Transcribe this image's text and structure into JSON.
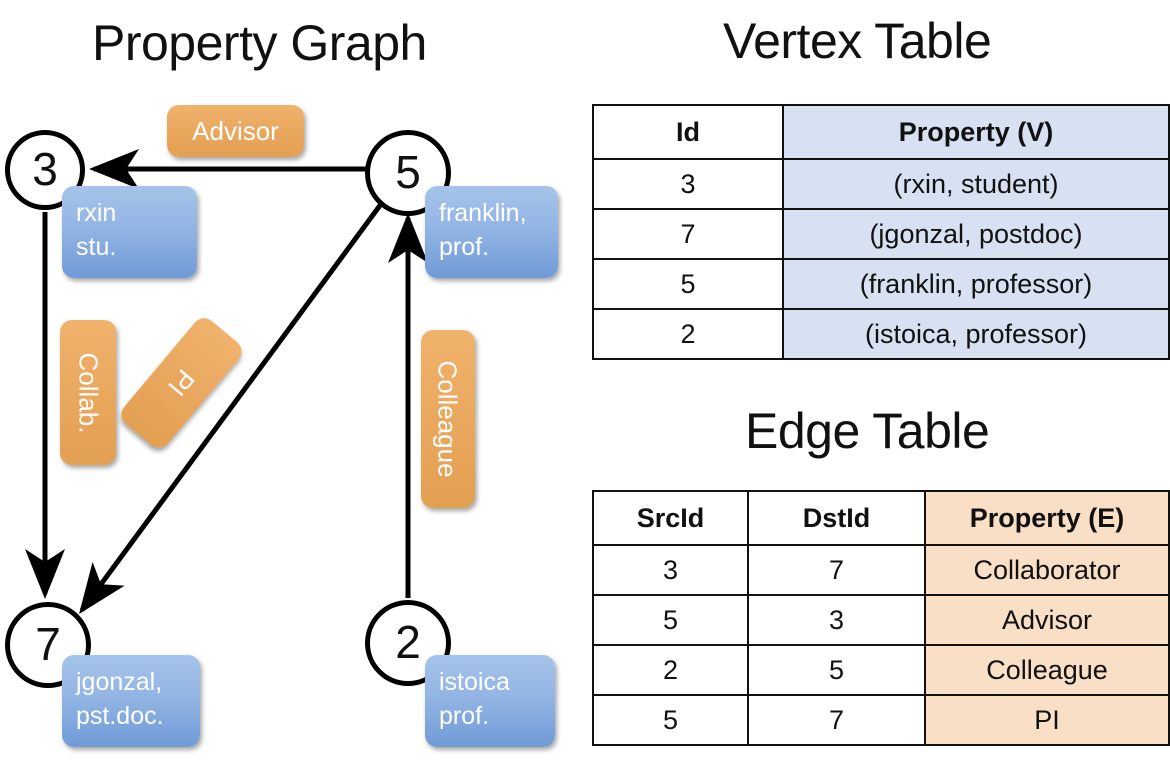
{
  "titles": {
    "property_graph": "Property Graph",
    "vertex_table": "Vertex Table",
    "edge_table": "Edge Table"
  },
  "colors": {
    "vertex_property_fill": "#d7e1f2",
    "edge_property_fill": "#f8dfc5",
    "node_property_box": "#93b5e4",
    "edge_label_box": "#eaa85f",
    "stroke": "#111111"
  },
  "graph": {
    "nodes": [
      {
        "id": "3",
        "property": "rxin\nstu.",
        "property_line1": "rxin",
        "property_line2": "stu."
      },
      {
        "id": "5",
        "property": "franklin, prof.",
        "property_line1": "franklin,",
        "property_line2": "prof."
      },
      {
        "id": "7",
        "property": "jgonzal, pst.doc.",
        "property_line1": "jgonzal,",
        "property_line2": "pst.doc."
      },
      {
        "id": "2",
        "property": "istoica prof.",
        "property_line1": "istoica",
        "property_line2": "prof."
      }
    ],
    "edge_labels": [
      {
        "name": "advisor",
        "text": "Advisor"
      },
      {
        "name": "collaborator",
        "text": "Collab."
      },
      {
        "name": "pi",
        "text": "PI"
      },
      {
        "name": "colleague",
        "text": "Colleague"
      }
    ],
    "edges": [
      {
        "from": "5",
        "to": "3",
        "label": "Advisor"
      },
      {
        "from": "3",
        "to": "7",
        "label": "Collab."
      },
      {
        "from": "5",
        "to": "7",
        "label": "PI"
      },
      {
        "from": "2",
        "to": "5",
        "label": "Colleague"
      }
    ]
  },
  "vertex_table": {
    "headers": [
      "Id",
      "Property (V)"
    ],
    "rows": [
      {
        "id": "3",
        "property": "(rxin, student)"
      },
      {
        "id": "7",
        "property": "(jgonzal, postdoc)"
      },
      {
        "id": "5",
        "property": "(franklin, professor)"
      },
      {
        "id": "2",
        "property": "(istoica, professor)"
      }
    ]
  },
  "edge_table": {
    "headers": [
      "SrcId",
      "DstId",
      "Property (E)"
    ],
    "rows": [
      {
        "src": "3",
        "dst": "7",
        "property": "Collaborator"
      },
      {
        "src": "5",
        "dst": "3",
        "property": "Advisor"
      },
      {
        "src": "2",
        "dst": "5",
        "property": "Colleague"
      },
      {
        "src": "5",
        "dst": "7",
        "property": "PI"
      }
    ]
  }
}
